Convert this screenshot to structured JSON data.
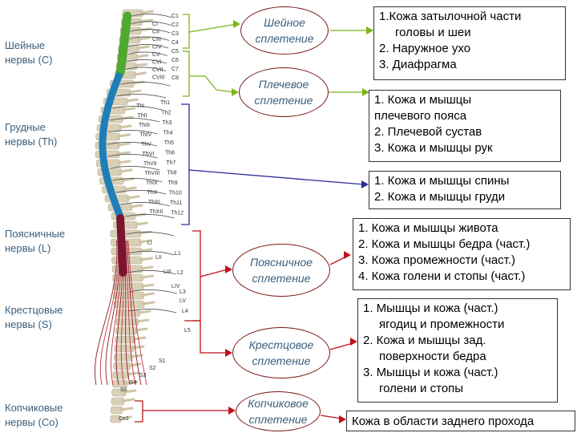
{
  "regions": [
    {
      "id": "cervical",
      "label": "Шейные\nнервы (С)"
    },
    {
      "id": "thoracic",
      "label": "Грудные\nнервы (Th)"
    },
    {
      "id": "lumbar",
      "label": "Поясничные\nнервы (L)"
    },
    {
      "id": "sacral",
      "label": "Крестцовые\nнервы (S)"
    },
    {
      "id": "coccygeal",
      "label": "Копчиковые\nнервы (Со)"
    }
  ],
  "plexuses": [
    {
      "id": "cervical",
      "label": "Шейное\nсплетение"
    },
    {
      "id": "brachial",
      "label": "Плечевое\nсплетение"
    },
    {
      "id": "lumbar",
      "label": "Поясничное\nсплетение"
    },
    {
      "id": "sacral",
      "label": "Крестцовое\nсплетение"
    },
    {
      "id": "coccygeal",
      "label": "Копчиковое\nсплетение"
    }
  ],
  "targets": {
    "cervical": [
      "1.Кожа затылочной части",
      "головы и шеи",
      "2. Наружное ухо",
      "3. Диафрагма"
    ],
    "brachial": [
      "1. Кожа и мышцы",
      "плечевого пояса",
      "2. Плечевой сустав",
      "3. Кожа и мышцы рук"
    ],
    "thoracic": [
      "1. Кожа и мышцы спины",
      "2. Кожа и мышцы груди"
    ],
    "lumbar": [
      "1. Кожа и мышцы живота",
      "2. Кожа и мышцы бедра (част.)",
      "3. Кожа промежности (част.)",
      "4. Кожа голени и стопы (част.)"
    ],
    "sacral": [
      "1. Мышцы и кожа (част.)",
      "ягодиц и промежности",
      "2. Кожа и мышцы зад.",
      "поверхности бедра",
      "3. Мышцы и кожа (част.)",
      "голени и стопы"
    ],
    "coccygeal": [
      "Кожа в области заднего прохода"
    ]
  },
  "nerve_labels": {
    "cervical": [
      "CI",
      "CII",
      "CIII",
      "CIV",
      "CV",
      "CVI",
      "CVII",
      "CVIII"
    ],
    "cervical_right": [
      "C1",
      "C2",
      "C3",
      "C4",
      "C5",
      "C6",
      "C7",
      "C8"
    ],
    "thoracic": [
      "ThI",
      "ThII",
      "ThIII",
      "ThIV",
      "ThV",
      "ThVI",
      "ThVII",
      "ThVIII",
      "ThIX",
      "ThX",
      "ThXI",
      "ThXII"
    ],
    "thoracic_right": [
      "Th1",
      "Th2",
      "Th3",
      "Th4",
      "Th5",
      "Th6",
      "Th7",
      "Th8",
      "Th9",
      "Th10",
      "Th11",
      "Th12"
    ],
    "lumbar": [
      "LI",
      "LII",
      "LIII",
      "LIV",
      "LV"
    ],
    "lumbar_right": [
      "L1",
      "L2",
      "L3",
      "L4",
      "L5"
    ],
    "sacral": [
      "S1",
      "S2",
      "S3",
      "S4",
      "S5"
    ],
    "coccygeal": [
      "Co1"
    ]
  },
  "colors": {
    "cervical": "#4fa832",
    "thoracic": "#1e7fb8",
    "lumbar": "#7a1530",
    "arrow_green": "#7cb518",
    "arrow_blue": "#2b2b9a",
    "arrow_red": "#c0121b",
    "label_blue": "#3a5f7d",
    "bone": "#d9d0b8"
  }
}
